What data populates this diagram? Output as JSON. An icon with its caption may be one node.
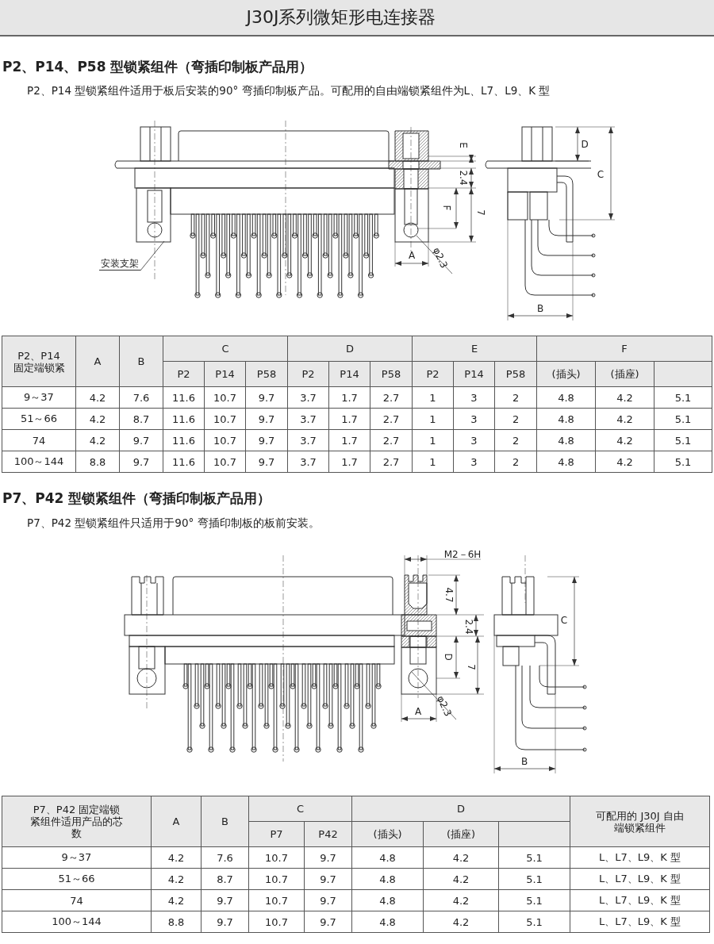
{
  "diagram": {
    "title": "J30J系列微矩形电连接器",
    "nodes": [
      {
        "text": [
          "安装支架"
        ]
      },
      {
        "text": [],
        "shape": "box"
      }
    ],
    "edges": [
      {
        "from": 0,
        "to": 1,
        "arrow": "none"
      }
    ],
    "labels": [
      "P2、P14、P58 型锁紧组件（弯插印制板产品用）",
      "P2、P14 型锁紧组件适用于板后安装的90° 弯插印制板产品。可配用的自由端锁紧组件为L、L7、L9、K 型",
      "E",
      "2.4",
      "F",
      "7",
      "A",
      "φ2.3",
      "D",
      "C",
      "B",
      "P2、P14 固定端锁紧",
      "A",
      "B",
      "C",
      "D",
      "E",
      "F",
      "P2",
      "P14",
      "P58",
      "P2",
      "P14",
      "P58",
      "P2",
      "P14",
      "P58",
      "(插头)",
      "(插座)",
      "9～37",
      "4.2",
      "7.6",
      "11.6",
      "10.7",
      "9.7",
      "3.7",
      "1.7",
      "2.7",
      "1",
      "3",
      "2",
      "4.8",
      "4.2",
      "5.1",
      "51～66",
      "4.2",
      "8.7",
      "11.6",
      "10.7",
      "9.7",
      "3.7",
      "1.7",
      "2.7",
      "1",
      "3",
      "2",
      "4.8",
      "4.2",
      "5.1",
      "74",
      "4.2",
      "9.7",
      "11.6",
      "10.7",
      "9.7",
      "3.7",
      "1.7",
      "2.7",
      "1",
      "3",
      "2",
      "4.8",
      "4.2",
      "5.1",
      "100～144",
      "8.8",
      "9.7",
      "11.6",
      "10.7",
      "9.7",
      "3.7",
      "1.7",
      "2.7",
      "1",
      "3",
      "2",
      "4.8",
      "4.2",
      "5.1",
      "P7、P42 型锁紧组件（弯插印制板产品用）",
      "P7、P42 型锁紧组件只适用于90° 弯插印制板的板前安装。",
      "M2－6H",
      "4.7",
      "2.4",
      "D",
      "7",
      "A",
      "φ2.3",
      "C",
      "B",
      "P7、P42 固定端锁紧组件适用产品的芯数",
      "A",
      "B",
      "C",
      "D",
      "可配用的 J30J 自由端锁紧组件",
      "P7",
      "P42",
      "(插头)",
      "(插座)",
      "9～37",
      "4.2",
      "7.6",
      "10.7",
      "9.7",
      "4.8",
      "4.2",
      "5.1",
      "L、L7、L9、K 型",
      "51～66",
      "4.2",
      "8.7",
      "10.7",
      "9.7",
      "4.8",
      "4.2",
      "5.1",
      "L、L7、L9、K 型",
      "74",
      "4.2",
      "9.7",
      "10.7",
      "9.7",
      "4.8",
      "4.2",
      "5.1",
      "L、L7、L9、K 型",
      "100～144",
      "8.8",
      "9.7",
      "10.7",
      "9.7",
      "4.8",
      "4.2",
      "5.1",
      "L、L7、L9、K 型"
    ]
  }
}
